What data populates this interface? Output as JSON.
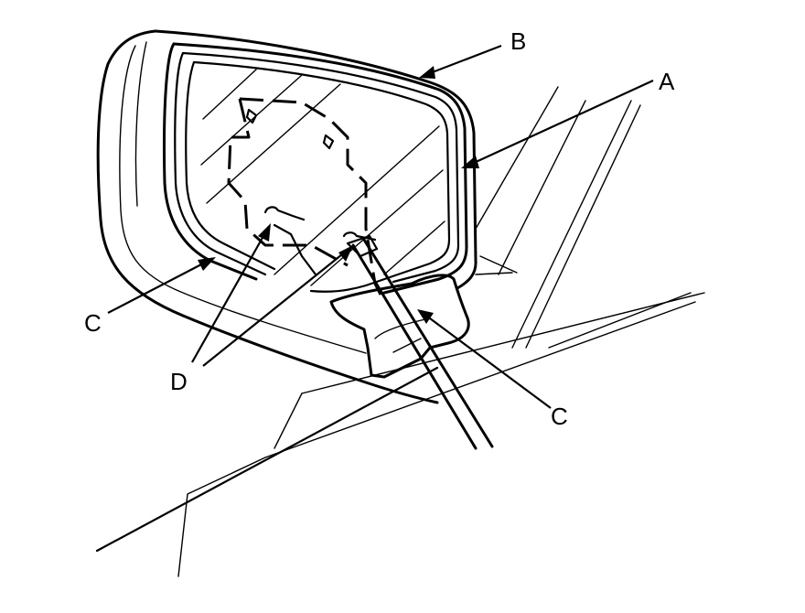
{
  "diagram": {
    "callouts": {
      "b": "B",
      "a": "A",
      "c_left": "C",
      "c_right": "C",
      "d": "D"
    },
    "colors": {
      "ink": "#000000",
      "paper": "#ffffff"
    }
  }
}
